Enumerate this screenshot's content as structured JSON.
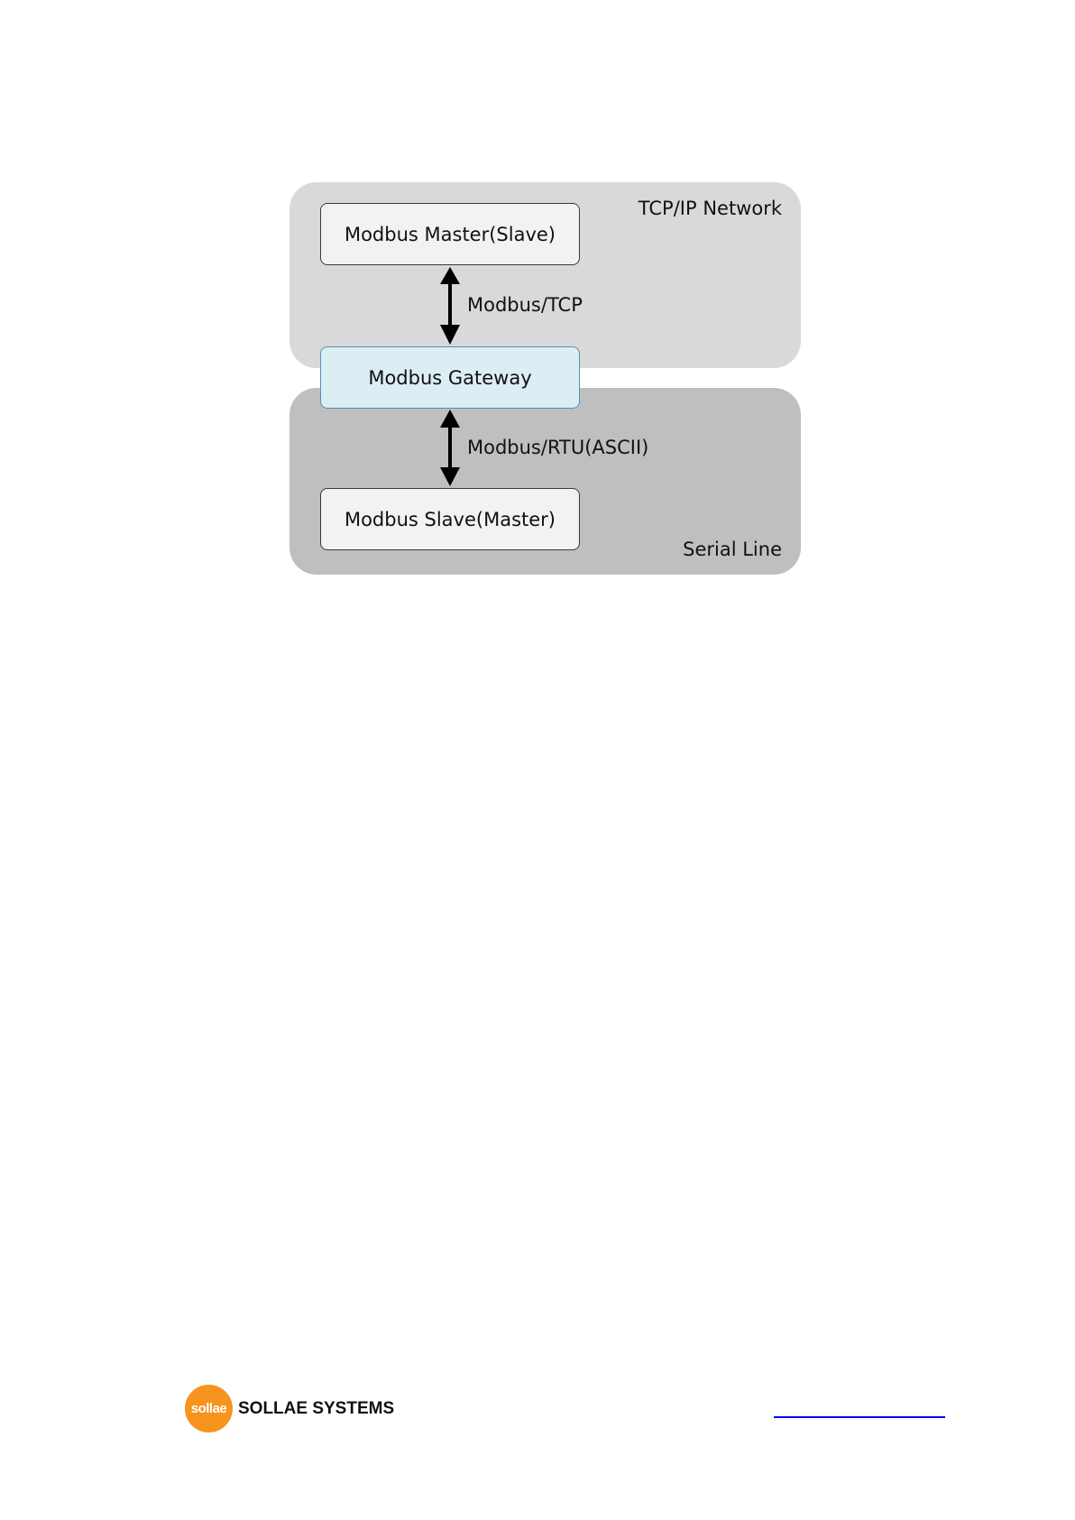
{
  "diagram": {
    "regions": {
      "tcp": {
        "label": "TCP/IP Network",
        "color": "#d9d9d9"
      },
      "serial": {
        "label": "Serial Line",
        "color": "#bfbfbf"
      }
    },
    "nodes": {
      "master": {
        "label": "Modbus Master(Slave)",
        "fill": "#f2f2f2",
        "border": "#3a3a3a"
      },
      "gateway": {
        "label": "Modbus Gateway",
        "fill": "#dbeef4",
        "border": "#5b8db8"
      },
      "slave": {
        "label": "Modbus Slave(Master)",
        "fill": "#f2f2f2",
        "border": "#3a3a3a"
      }
    },
    "links": {
      "tcp": {
        "label": "Modbus/TCP"
      },
      "rtu": {
        "label": "Modbus/RTU(ASCII)"
      }
    }
  },
  "footer": {
    "logo_mark": "sollae",
    "company": "SOLLAE SYSTEMS",
    "logo_color": "#f7941d",
    "link_color": "#0000ff"
  }
}
